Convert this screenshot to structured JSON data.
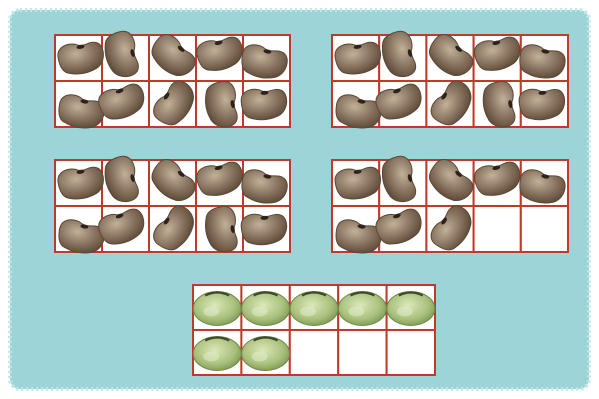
{
  "colors": {
    "page_background": "#ffffff",
    "panel_fill": "#9cd4d8",
    "panel_edge": "#bfe6e8",
    "grid_line": "#c0392b",
    "cell_fill": "#ffffff",
    "brown_bean": "#8a7560",
    "brown_bean_dark": "#5b4836",
    "brown_bean_light": "#c2b19a",
    "green_bean": "#a9c07c",
    "green_bean_dark": "#6f8a47",
    "green_bean_light": "#dbe8b8"
  },
  "icons": {
    "brown_bean": "kidney-bean-brown-icon",
    "green_bean": "lima-bean-green-icon"
  },
  "ten_frames": [
    {
      "id": "top-left",
      "rows": 2,
      "cols": 5,
      "bean": "brown",
      "filled_count": 10
    },
    {
      "id": "top-right",
      "rows": 2,
      "cols": 5,
      "bean": "brown",
      "filled_count": 10
    },
    {
      "id": "middle-left",
      "rows": 2,
      "cols": 5,
      "bean": "brown",
      "filled_count": 10
    },
    {
      "id": "middle-right",
      "rows": 2,
      "cols": 5,
      "bean": "brown",
      "filled_count": 8
    },
    {
      "id": "bottom-center",
      "rows": 2,
      "cols": 5,
      "bean": "green",
      "filled_count": 7
    }
  ]
}
